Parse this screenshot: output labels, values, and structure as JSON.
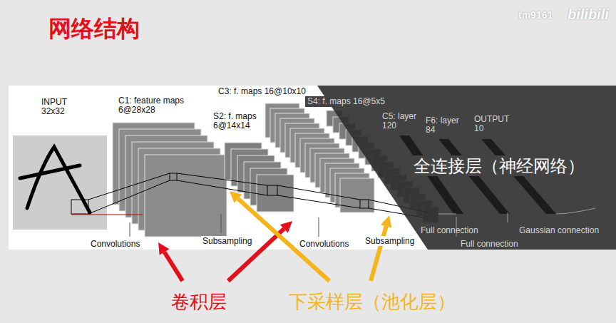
{
  "diagram": {
    "title": "网络结构",
    "nodes": [
      {
        "text": [
          "INPUT 32x32"
        ]
      },
      {
        "text": [
          "C1: feature maps 6@28x28"
        ]
      },
      {
        "text": [
          "S2: f. maps 6@14x14"
        ]
      },
      {
        "text": [
          "C3: f. maps 16@10x10"
        ]
      },
      {
        "text": [
          "S4: f. maps 16@5x5"
        ]
      },
      {
        "text": [
          "C5: layer 120"
        ]
      },
      {
        "text": [
          "F6: layer 84"
        ]
      },
      {
        "text": [
          "OUTPUT 10"
        ]
      }
    ],
    "labels": [
      "tm9161",
      "bilibili",
      "Convolutions",
      "Subsampling",
      "Convolutions",
      "Subsampling",
      "Full connection",
      "Gaussian connection",
      "Full connection",
      "全连接层（神经网络）",
      "卷积层",
      "下采样层（池化层）"
    ]
  }
}
